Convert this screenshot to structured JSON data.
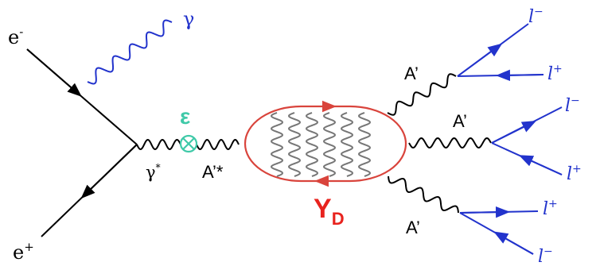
{
  "colors": {
    "black": "#000000",
    "blue": "#2233cc",
    "red": "#e8231e",
    "teal": "#3fc9a8",
    "loop_red": "#d9443c",
    "gray": "#777777"
  },
  "labels": {
    "e_minus": "e",
    "e_minus_sup": "-",
    "e_plus": "e",
    "e_plus_sup": "+",
    "gamma_out": "γ",
    "gamma_star": "γ",
    "gamma_star_sup": "*",
    "epsilon": "ε",
    "a_prime_star": "A’*",
    "upsilon": "Y",
    "upsilon_sub": "D",
    "a_prime_top": "A’",
    "a_prime_mid": "A’",
    "a_prime_bot": "A’",
    "l_minus_1": "l",
    "l_minus_1_sup": "−",
    "l_plus_1": "l",
    "l_plus_1_sup": "+",
    "l_minus_2": "l",
    "l_minus_2_sup": "−",
    "l_plus_2": "l",
    "l_plus_2_sup": "+",
    "l_plus_3": "l",
    "l_plus_3_sup": "+",
    "l_minus_3": "l",
    "l_minus_3_sup": "−"
  }
}
